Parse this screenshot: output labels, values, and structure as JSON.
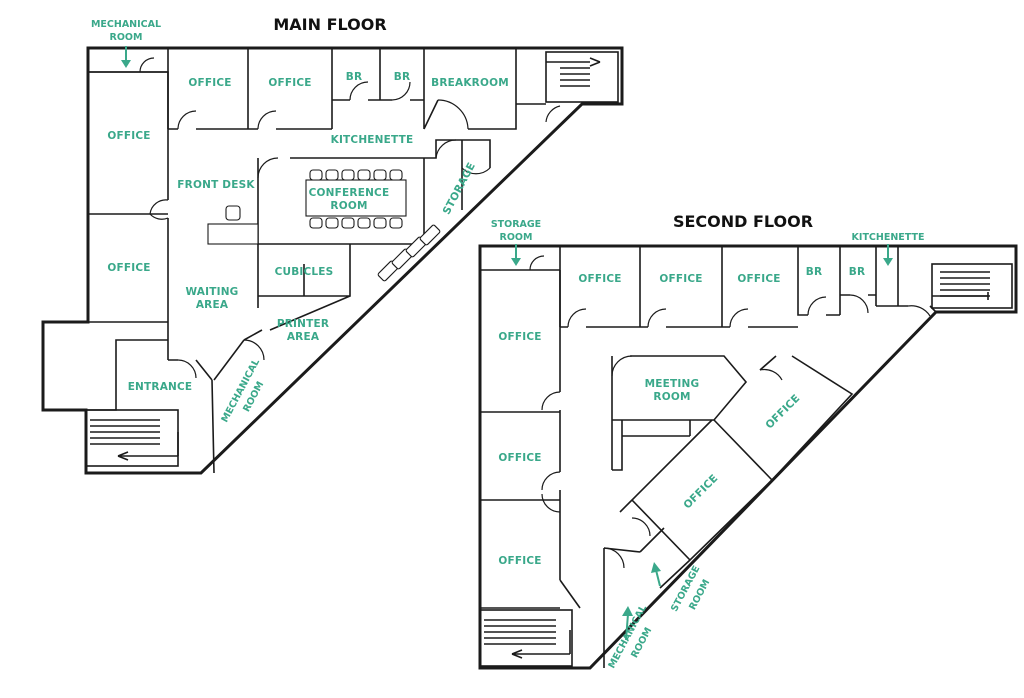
{
  "floors": {
    "main": {
      "title": "MAIN FLOOR",
      "labels": {
        "mechanical_room_top": [
          "MECHANICAL",
          "ROOM"
        ],
        "office_1": "OFFICE",
        "office_2": "OFFICE",
        "br_1": "BR",
        "br_2": "BR",
        "breakroom": "BREAKROOM",
        "office_left_1": "OFFICE",
        "kitchenette": "KITCHENETTE",
        "front_desk": "FRONT DESK",
        "conference_room": [
          "CONFERENCE",
          "ROOM"
        ],
        "storage": "STORAGE",
        "office_left_2": "OFFICE",
        "cubicles": "CUBICLES",
        "waiting_area": [
          "WAITING",
          "AREA"
        ],
        "printer_area": [
          "PRINTER",
          "AREA"
        ],
        "entrance": "ENTRANCE",
        "mechanical_room_diag": [
          "MECHANICAL",
          "ROOM"
        ]
      }
    },
    "second": {
      "title": "SECOND FLOOR",
      "labels": {
        "storage_room": [
          "STORAGE",
          "ROOM"
        ],
        "kitchenette": "KITCHENETTE",
        "office_top_1": "OFFICE",
        "office_top_2": "OFFICE",
        "office_top_3": "OFFICE",
        "br_1": "BR",
        "br_2": "BR",
        "office_left_1": "OFFICE",
        "meeting_room": [
          "MEETING",
          "ROOM"
        ],
        "office_diag_1": "OFFICE",
        "office_left_2": "OFFICE",
        "office_diag_2": "OFFICE",
        "office_left_3": "OFFICE",
        "mechanical_room": [
          "MECHANICAL",
          "ROOM"
        ],
        "storage_room_diag": [
          "STORAGE",
          "ROOM"
        ]
      }
    }
  },
  "colors": {
    "label": "#3aa88a",
    "wall": "#1b1b1b"
  }
}
